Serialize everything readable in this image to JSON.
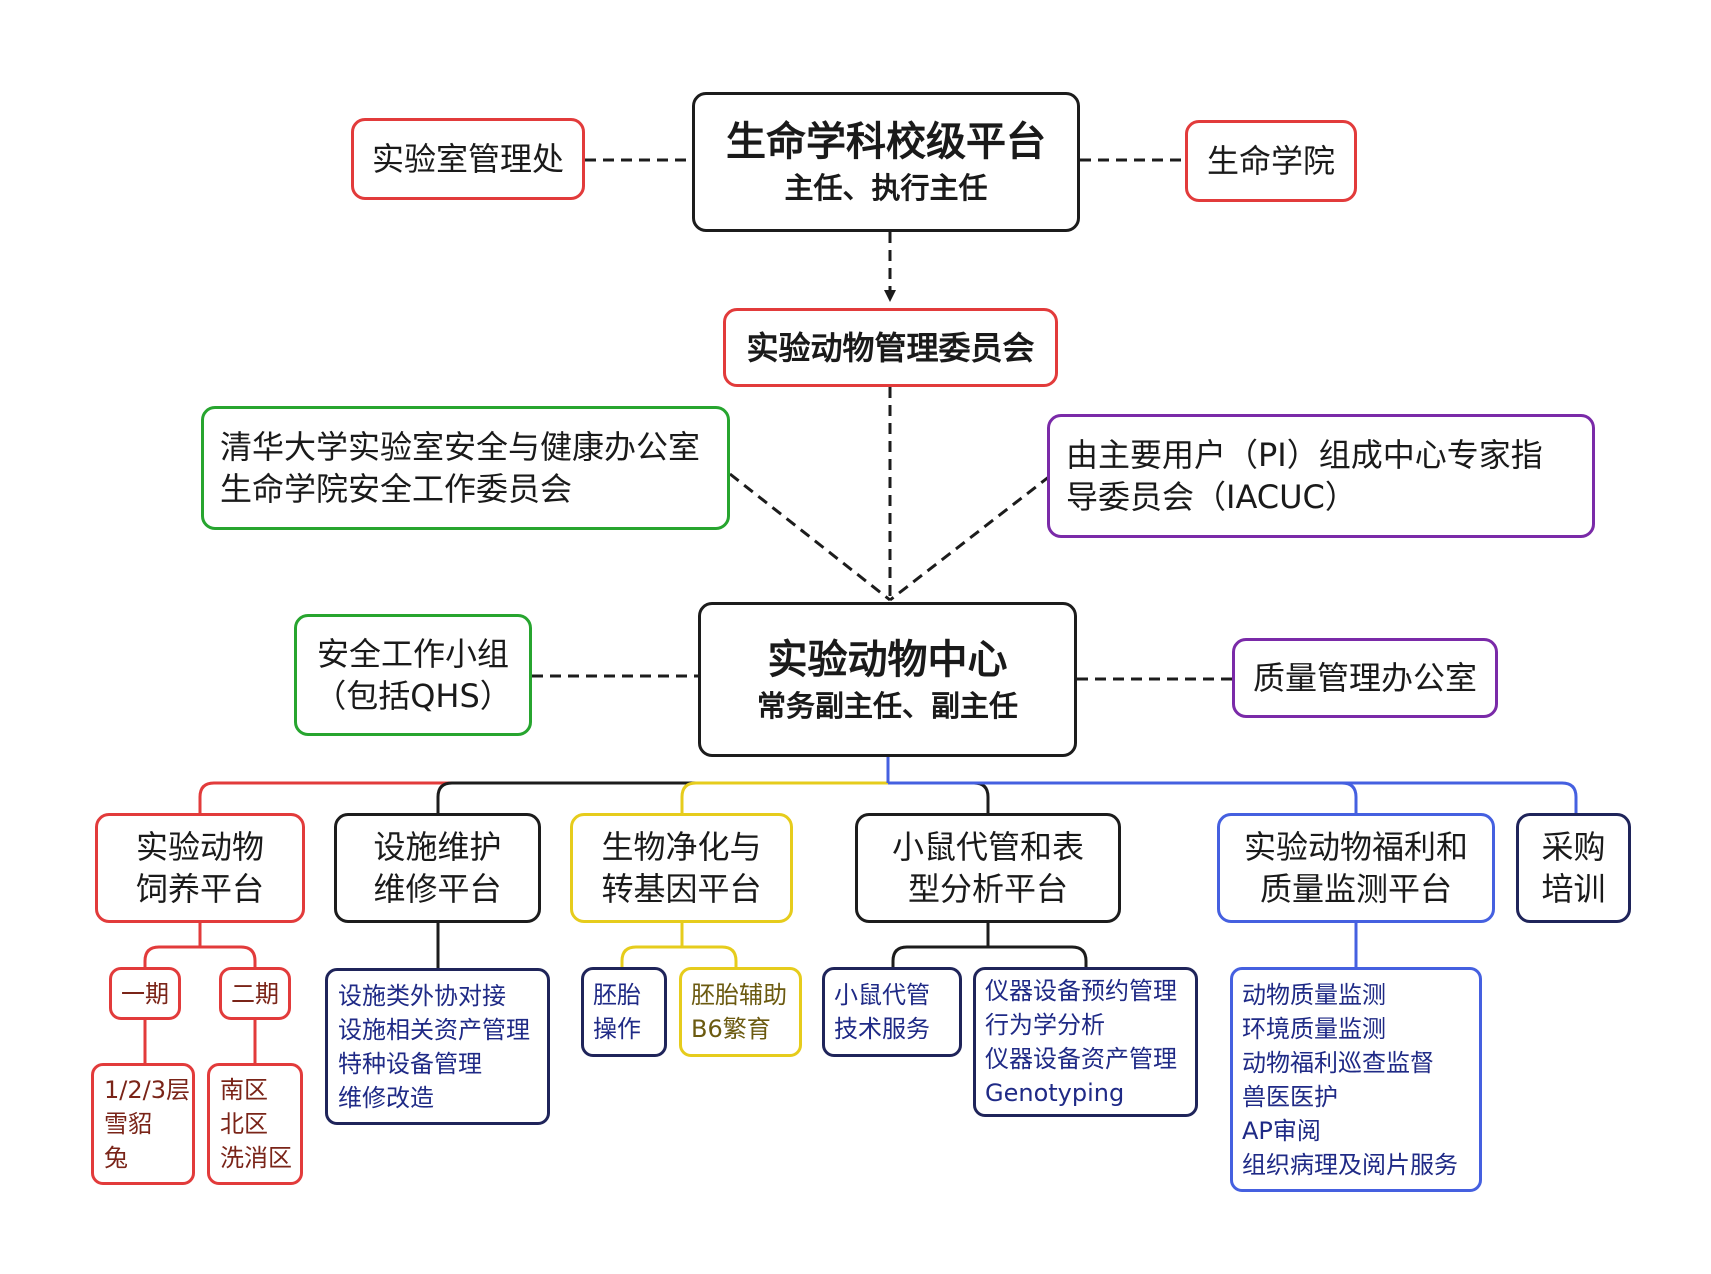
{
  "top": {
    "title": "生命学科校级平台",
    "subtitle": "主任、执行主任"
  },
  "top_left": "实验室管理处",
  "top_right": "生命学院",
  "committee": "实验动物管理委员会",
  "safety_office": {
    "line1": "清华大学实验室安全与健康办公室",
    "line2": "生命学院安全工作委员会"
  },
  "iacuc": {
    "line1": "由主要用户（PI）组成中心专家指",
    "line2": "导委员会（IACUC）"
  },
  "center": {
    "title": "实验动物中心",
    "subtitle": "常务副主任、副主任"
  },
  "safety_group": {
    "line1": "安全工作小组",
    "line2": "（包括QHS）"
  },
  "quality_office": "质量管理办公室",
  "platforms": [
    {
      "line1": "实验动物",
      "line2": "饲养平台"
    },
    {
      "line1": "设施维护",
      "line2": "维修平台"
    },
    {
      "line1": "生物净化与",
      "line2": "转基因平台"
    },
    {
      "line1": "小鼠代管和表",
      "line2": "型分析平台"
    },
    {
      "line1": "实验动物福利和",
      "line2": "质量监测平台"
    },
    {
      "line1": "采购",
      "line2": "培训"
    }
  ],
  "breeding": {
    "phase1": "一期",
    "phase2": "二期",
    "phase1_items": [
      "1/2/3层",
      "雪貂",
      "兔"
    ],
    "phase2_items": [
      "南区",
      "北区",
      "洗消区"
    ]
  },
  "facility_items": [
    "设施类外协对接",
    "设施相关资产管理",
    "特种设备管理",
    "维修改造"
  ],
  "bio_left": [
    "胚胎",
    "操作"
  ],
  "bio_right": [
    "胚胎辅助",
    "B6繁育"
  ],
  "mouse_left": [
    "小鼠代管",
    "技术服务"
  ],
  "mouse_right": [
    "仪器设备预约管理",
    "行为学分析",
    "仪器设备资产管理",
    "Genotyping"
  ],
  "welfare_items": [
    "动物质量监测",
    "环境质量监测",
    "动物福利巡查监督",
    "兽医医护",
    "AP审阅",
    "组织病理及阅片服务"
  ],
  "colors": {
    "red": "#e23b3b",
    "black": "#1c1c1c",
    "green": "#27a52f",
    "purple": "#7a2aa8",
    "yellow": "#e6cc1c",
    "navy": "#1f245a",
    "blue": "#4560e0"
  }
}
